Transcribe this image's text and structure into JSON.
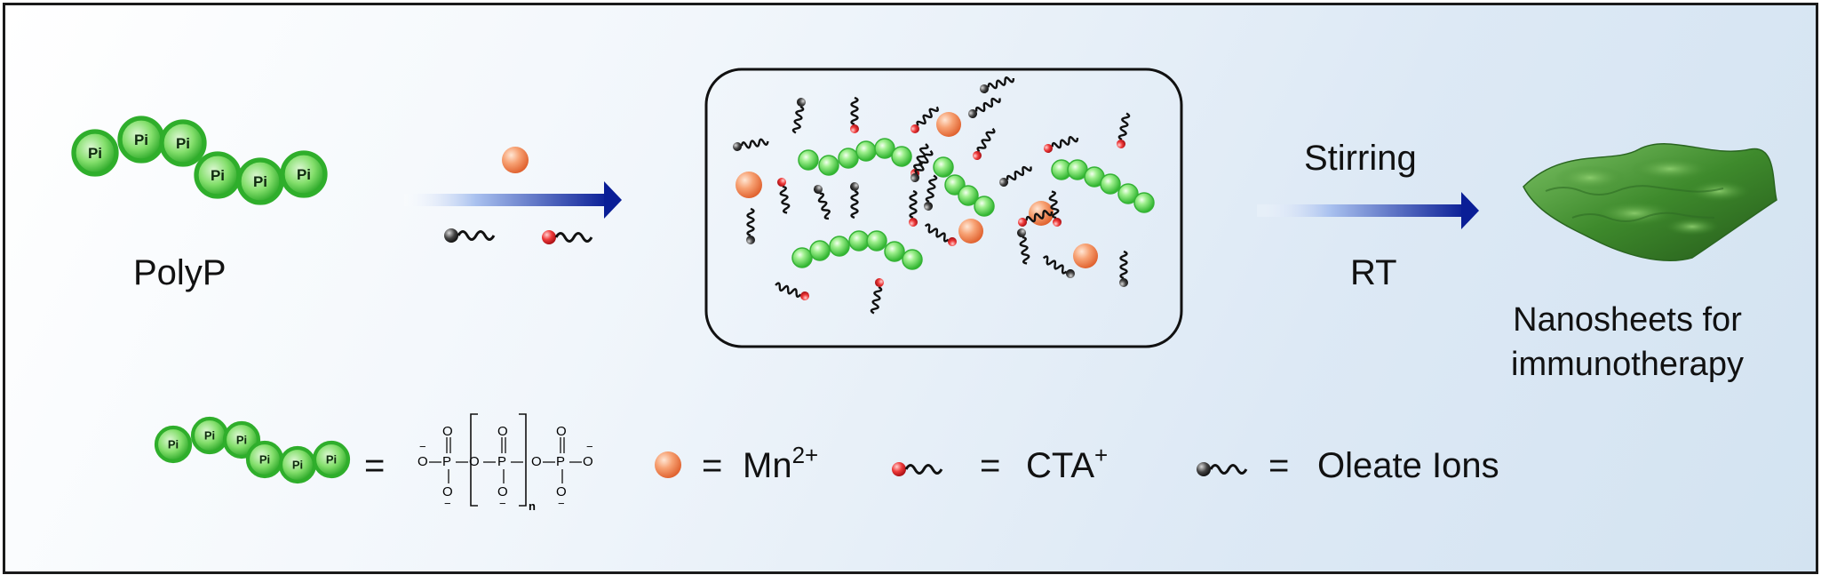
{
  "labels": {
    "polyp": "PolyP",
    "pi": "Pi",
    "stirring": "Stirring",
    "rt": "RT",
    "nanosheets_line1": "Nanosheets for",
    "nanosheets_line2": "immunotherapy"
  },
  "legend": {
    "equals": "=",
    "mn_label": "Mn",
    "mn_charge": "2+",
    "cta_label": "CTA",
    "cta_charge": "+",
    "oleate_label": "Oleate Ions",
    "formula": {
      "o_minus": "O",
      "minus": "−",
      "p": "P",
      "o": "O",
      "n": "n"
    }
  },
  "colors": {
    "polyp_green": "#3cc43c",
    "mn_orange": "#f08a5a",
    "cta_head": "#e0262c",
    "oleate_head": "#222222",
    "arrow_blue": "#0a1e96",
    "sheet_green": "#3e8a2c"
  },
  "icons": [
    "polyp-chain",
    "mn-ion",
    "cta-ion",
    "oleate-ion",
    "arrow",
    "nanosheet"
  ]
}
